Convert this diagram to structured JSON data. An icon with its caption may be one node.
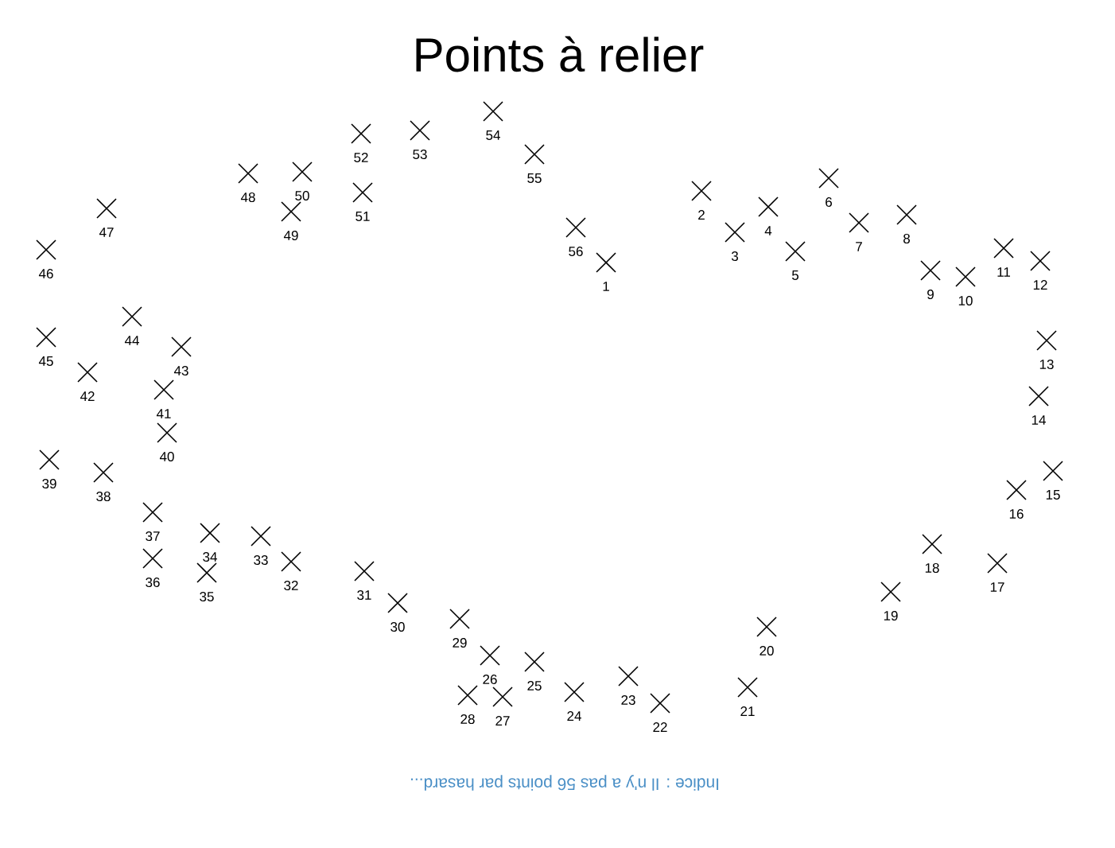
{
  "diagram": {
    "title": "Points à relier",
    "labels": [
      "1",
      "2",
      "3",
      "4",
      "5",
      "6",
      "7",
      "8",
      "9",
      "10",
      "11",
      "12",
      "13",
      "14",
      "15",
      "16",
      "17",
      "18",
      "19",
      "20",
      "21",
      "22",
      "23",
      "24",
      "25",
      "26",
      "27",
      "28",
      "29",
      "30",
      "31",
      "32",
      "33",
      "34",
      "35",
      "36",
      "37",
      "38",
      "39",
      "40",
      "41",
      "42",
      "43",
      "44",
      "45",
      "46",
      "47",
      "48",
      "49",
      "50",
      "51",
      "52",
      "53",
      "54",
      "55",
      "56",
      "Indice : Il n'y a pas 56 points par hasard..."
    ]
  }
}
